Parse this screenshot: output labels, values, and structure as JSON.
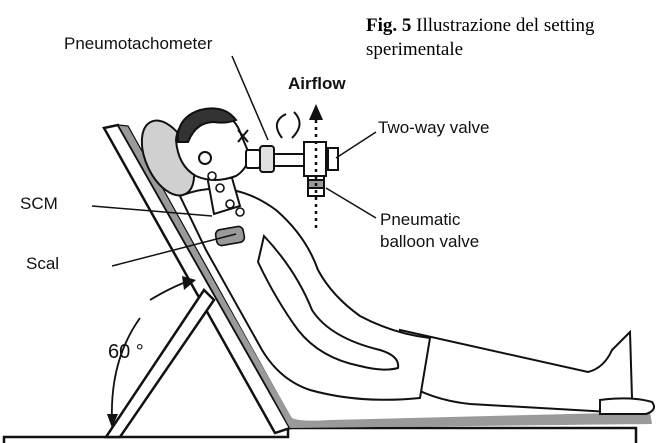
{
  "caption": {
    "fig_number": "Fig. 5",
    "text": "Illustrazione del setting sperimentale"
  },
  "labels": {
    "pneumotachometer": "Pneumotachometer",
    "airflow": "Airflow",
    "two_way_valve": "Two-way valve",
    "pneumatic_line1": "Pneumatic",
    "pneumatic_line2": "balloon valve",
    "scm": "SCM",
    "scal": "Scal",
    "angle": "60 °"
  },
  "colors": {
    "backrest": "#9a9a9a",
    "outline": "#111111",
    "headrest": "#d0d0d0"
  }
}
